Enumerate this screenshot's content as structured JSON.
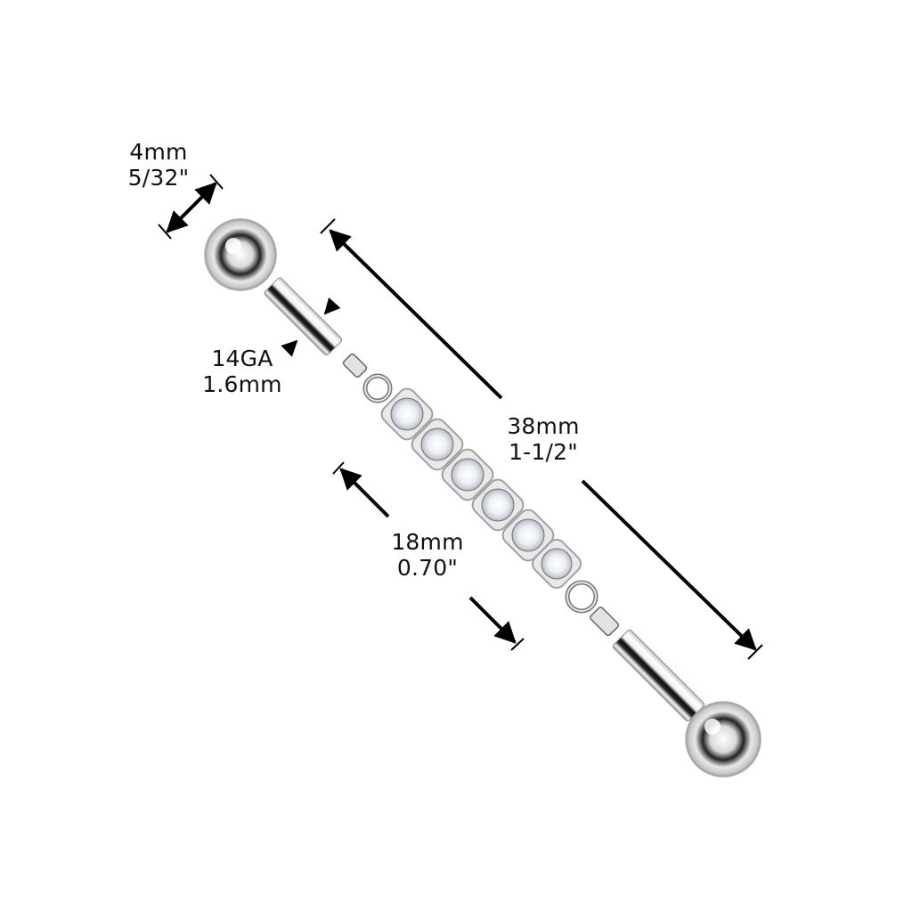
{
  "product": {
    "type": "industrial barbell with CZ chain",
    "gem_count": 6,
    "colors": {
      "metal_light": "#f4f4f4",
      "metal_mid": "#bdbdbd",
      "metal_dark": "#222222",
      "gem": "#eef0f4",
      "dimension_line": "#000000",
      "background": "#ffffff"
    }
  },
  "dimensions": {
    "ball": {
      "metric": "4mm",
      "imperial": "5/32\""
    },
    "gauge": {
      "gauge": "14GA",
      "metric": "1.6mm"
    },
    "length": {
      "metric": "38mm",
      "imperial": "1-1/2\""
    },
    "chain": {
      "metric": "18mm",
      "imperial": "0.70\""
    }
  }
}
